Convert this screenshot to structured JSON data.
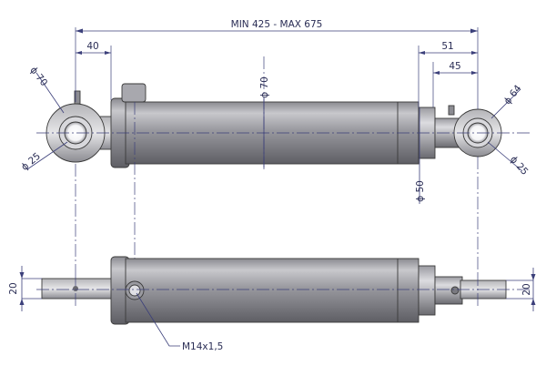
{
  "dimensions": {
    "stroke_range": "MIN 425 - MAX 675",
    "eye_offset_left": "40",
    "rod_end_51": "51",
    "rod_end_45": "45",
    "barrel_dia": "ϕ 70",
    "left_eye_outer": "ϕ 70",
    "left_eye_bore": "ϕ 25",
    "right_eye_outer": "ϕ 64",
    "right_eye_bore": "ϕ 25",
    "rod_dia": "ϕ 50",
    "eye_width_left": "20",
    "eye_width_right": "20",
    "port_thread": "M14x1,5"
  },
  "colors": {
    "dimension": "#3b3f7a",
    "body_light": "#c2c2c6",
    "body_dark": "#6e6e73",
    "outline": "#3a3a3a"
  }
}
